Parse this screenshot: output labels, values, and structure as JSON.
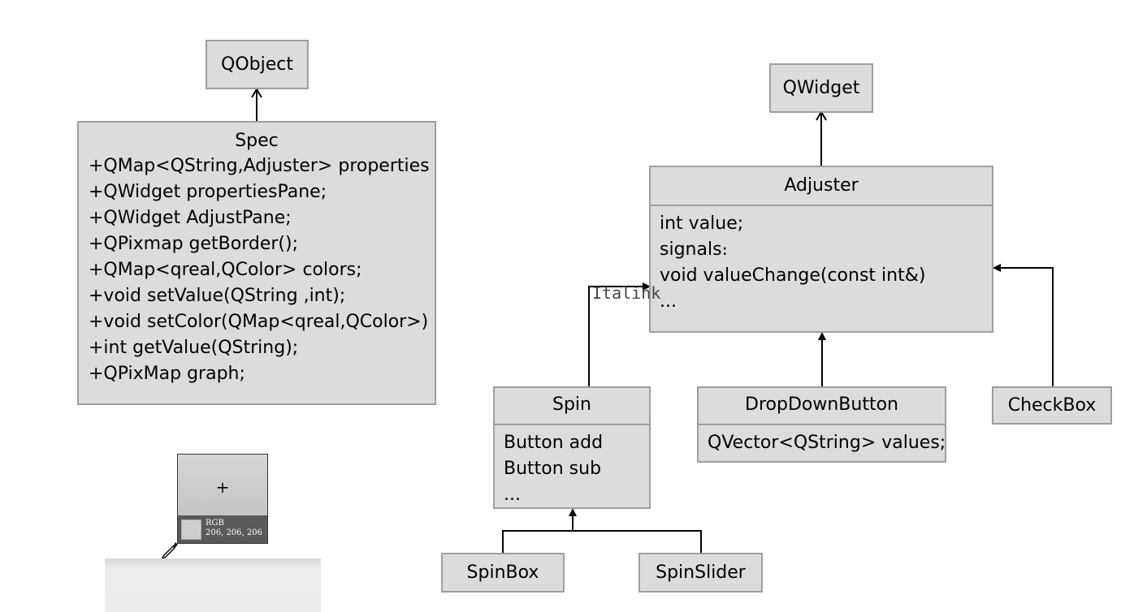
{
  "qobject": {
    "title": "QObject"
  },
  "qwidget": {
    "title": "QWidget"
  },
  "spec": {
    "title": "Spec",
    "members": [
      "+QMap<QString,Adjuster> properties",
      "+QWidget propertiesPane;",
      "+QWidget AdjustPane;",
      "+QPixmap getBorder();",
      "+QMap<qreal,QColor> colors;",
      "+void setValue(QString ,int);",
      "+void setColor(QMap<qreal,QColor>)",
      "+int getValue(QString);",
      "+QPixMap graph;"
    ]
  },
  "adjuster": {
    "title": "Adjuster",
    "members": [
      "int value;",
      "signals։",
      "void valueChange(const int&)",
      "..."
    ]
  },
  "spin": {
    "title": "Spin",
    "members": [
      "Button add",
      "Button sub",
      "..."
    ]
  },
  "dropdown": {
    "title": "DropDownButton",
    "members": [
      "QVector<QString> values;"
    ]
  },
  "checkbox": {
    "title": "CheckBox"
  },
  "spinbox": {
    "title": "SpinBox"
  },
  "spinslider": {
    "title": "SpinSlider"
  },
  "overlay": {
    "tag": "Italink"
  },
  "picker": {
    "plus": "+",
    "label": "RGB",
    "value": "206, 206, 206",
    "color": "#cecece"
  }
}
